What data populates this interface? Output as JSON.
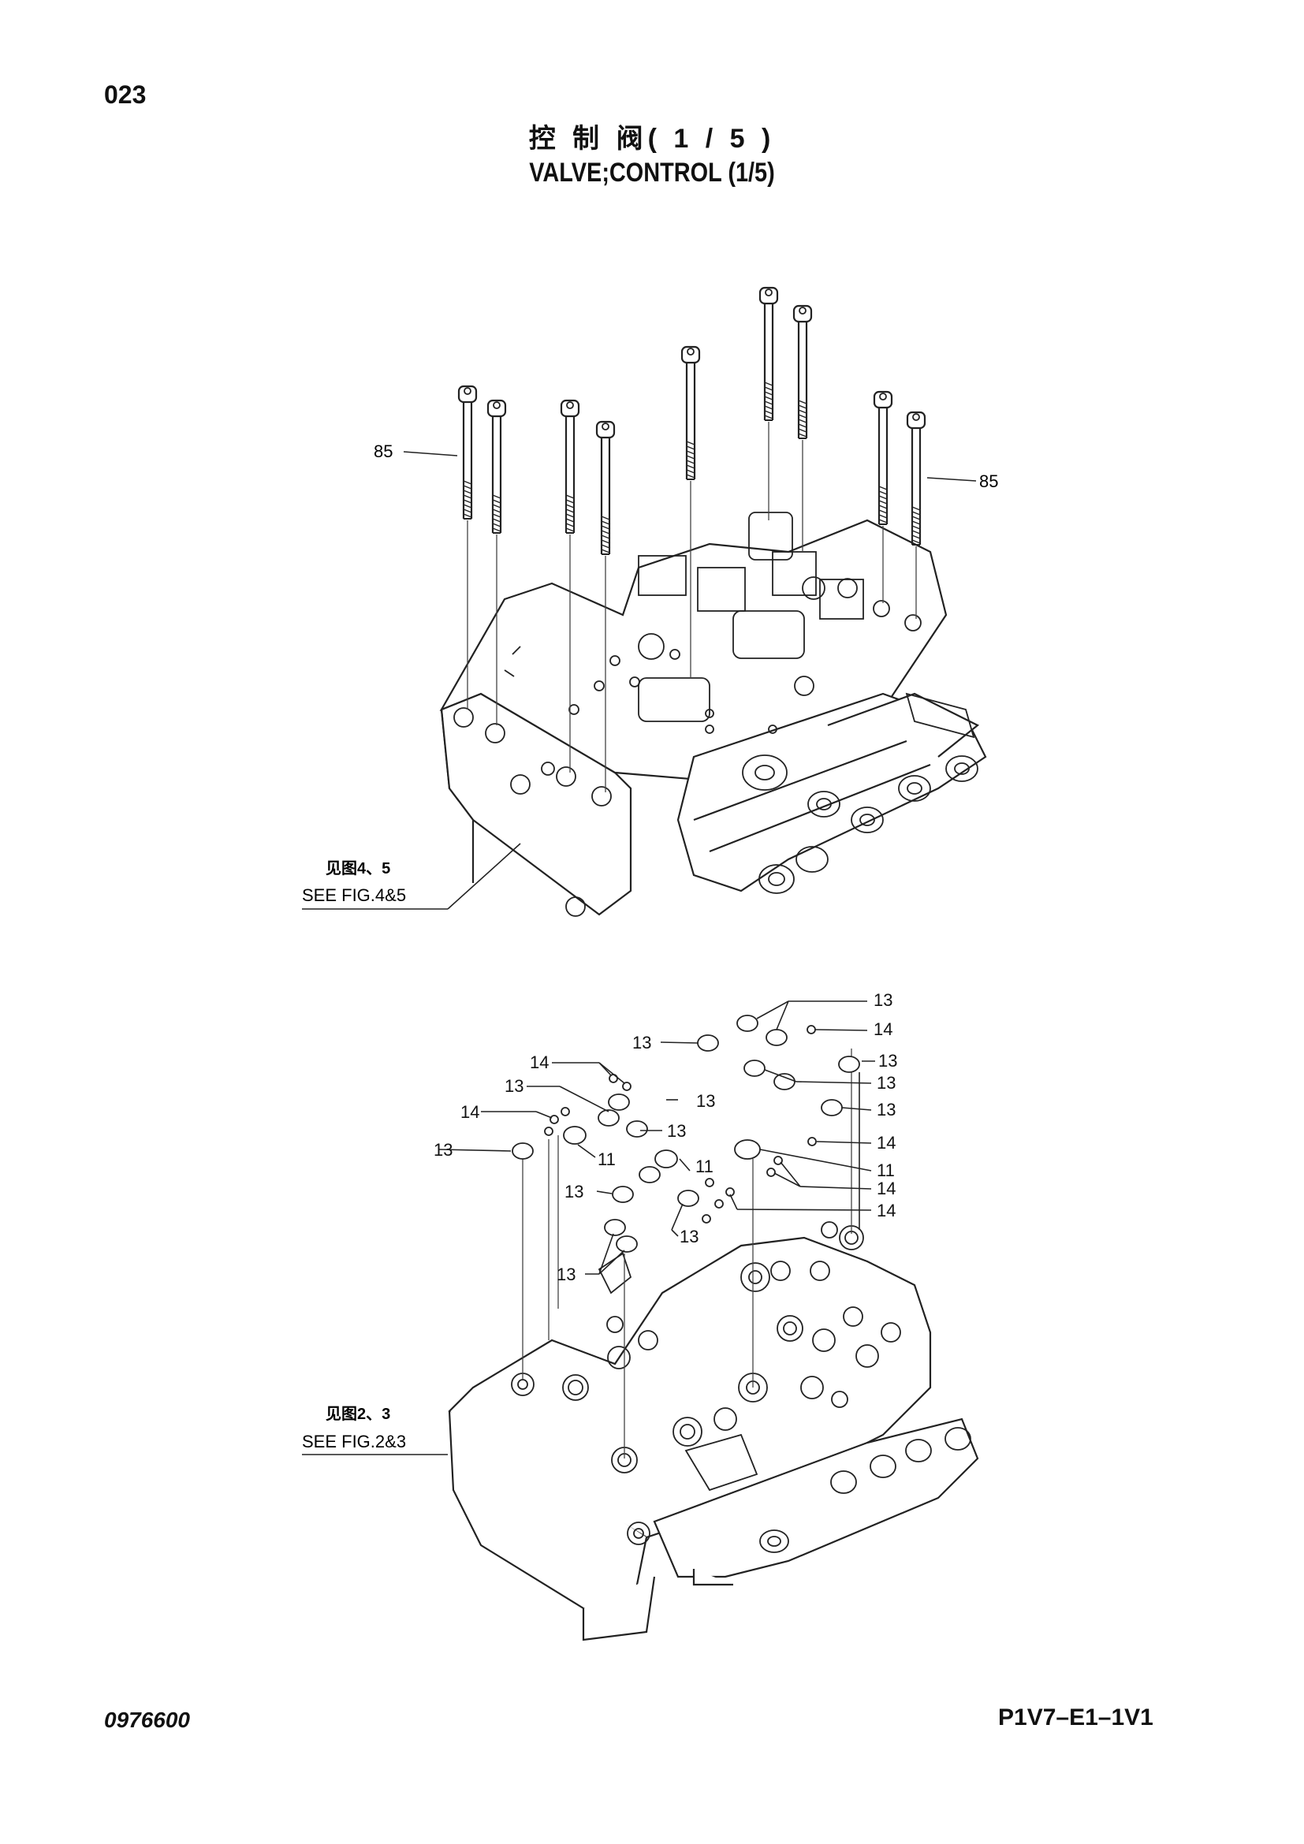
{
  "page": {
    "number": "023",
    "doc_code": "0976600",
    "model_code": "P1V7–E1–1V1"
  },
  "title": {
    "cn": "控 制 阀( 1 / 5 )",
    "en": "VALVE;CONTROL (1/5)"
  },
  "upper": {
    "bolt_label_left": "85",
    "bolt_label_right": "85",
    "ref_cn": "见图4、5",
    "ref_en": "SEE FIG.4&5"
  },
  "lower": {
    "ref_cn": "见图2、3",
    "ref_en": "SEE FIG.2&3",
    "callouts": [
      "13",
      "14",
      "13",
      "13",
      "14",
      "13",
      "13",
      "13",
      "13",
      "14",
      "13",
      "13",
      "14",
      "11",
      "11",
      "11",
      "14",
      "13",
      "14",
      "13",
      "13"
    ]
  }
}
